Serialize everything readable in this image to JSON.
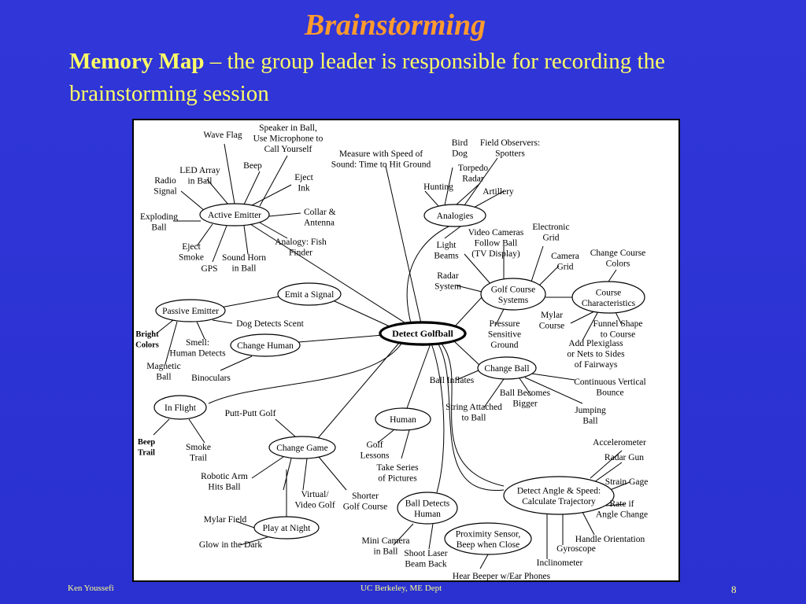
{
  "slide": {
    "title": "Brainstorming",
    "subtitle_bold": "Memory Map",
    "subtitle_rest": " – the group leader is responsible for recording the brainstorming session",
    "footer_left": "Ken Youssefi",
    "footer_center": "UC Berkeley, ME Dept",
    "page_number": "8"
  },
  "memory_map": {
    "center": "Detect Golfball",
    "nodes": {
      "active_emitter": "Active Emitter",
      "emit_signal": "Emit a Signal",
      "passive_emitter": "Passive Emitter",
      "change_human": "Change Human",
      "in_flight": "In Flight",
      "change_game": "Change Game",
      "play_at_night": "Play at Night",
      "human": "Human",
      "ball_detects_human": [
        "Ball Detects",
        "Human"
      ],
      "proximity_sensor": [
        "Proximity Sensor,",
        "Beep when Close"
      ],
      "detect_angle": [
        "Detect Angle & Speed:",
        "Calculate Trajectory"
      ],
      "change_ball": "Change Ball",
      "golf_course_systems": [
        "Golf Course",
        "Systems"
      ],
      "course_characteristics": [
        "Course",
        "Characteristics"
      ],
      "analogies": "Analogies"
    },
    "leaves": {
      "wave_flag": [
        "Wave Flag"
      ],
      "speaker_in_ball": [
        "Speaker in Ball,",
        "Use Microphone to",
        "Call Yourself"
      ],
      "led_array": [
        "LED Array",
        "in Ball"
      ],
      "beep": [
        "Beep"
      ],
      "eject_ink": [
        "Eject",
        "Ink"
      ],
      "radio_signal": [
        "Radio",
        "Signal"
      ],
      "collar_antenna": [
        "Collar &",
        "Antenna"
      ],
      "exploding_ball": [
        "Exploding",
        "Ball"
      ],
      "eject_smoke": [
        "Eject",
        "Smoke"
      ],
      "gps": [
        "GPS"
      ],
      "sound_horn": [
        "Sound Horn",
        "in Ball"
      ],
      "analogy_fish": [
        "Analogy: Fish",
        "Finder"
      ],
      "measure_speed": [
        "Measure with Speed of",
        "Sound: Time to Hit Ground"
      ],
      "bright_colors": [
        "Bright",
        "Colors"
      ],
      "dog_detects": [
        "Dog Detects Scent"
      ],
      "smell": [
        "Smell:",
        "Human Detects"
      ],
      "magnetic_ball": [
        "Magnetic",
        "Ball"
      ],
      "binoculars": [
        "Binoculars"
      ],
      "beep_trail": [
        "Beep",
        "Trail"
      ],
      "smoke_trail": [
        "Smoke",
        "Trail"
      ],
      "putt_putt": [
        "Putt-Putt Golf"
      ],
      "robotic_arm": [
        "Robotic Arm",
        "Hits Ball"
      ],
      "virtual_golf": [
        "Virtual/",
        "Video Golf"
      ],
      "shorter_course": [
        "Shorter",
        "Golf Course"
      ],
      "mylar_field": [
        "Mylar Field"
      ],
      "glow_dark": [
        "Glow in the Dark"
      ],
      "golf_lessons": [
        "Golf",
        "Lessons"
      ],
      "take_pictures": [
        "Take Series",
        "of Pictures"
      ],
      "mini_camera": [
        "Mini Camera",
        "in Ball"
      ],
      "shoot_laser": [
        "Shoot Laser",
        "Beam Back"
      ],
      "hear_beeper": [
        "Hear Beeper w/Ear Phones"
      ],
      "bird_dog": [
        "Bird",
        "Dog"
      ],
      "field_observers": [
        "Field Observers:",
        "Spotters"
      ],
      "torpedo_radar": [
        "Torpedo",
        "Radar"
      ],
      "hunting": [
        "Hunting"
      ],
      "artillery": [
        "Artillery"
      ],
      "light_beams": [
        "Light",
        "Beams"
      ],
      "video_cameras": [
        "Video Cameras",
        "Follow Ball",
        "(TV Display)"
      ],
      "electronic_grid": [
        "Electronic",
        "Grid"
      ],
      "camera_grid": [
        "Camera",
        "Grid"
      ],
      "radar_system": [
        "Radar",
        "System"
      ],
      "change_course_colors": [
        "Change Course",
        "Colors"
      ],
      "mylar_course": [
        "Mylar",
        "Course"
      ],
      "funnel_shape": [
        "Funnel Shape",
        "to Course"
      ],
      "pressure_sensitive": [
        "Pressure",
        "Sensitive",
        "Ground"
      ],
      "add_plexiglass": [
        "Add Plexiglass",
        "or Nets to Sides",
        "of Fairways"
      ],
      "ball_inflates": [
        "Ball Inflates"
      ],
      "continuous_vertical": [
        "Continuous Vertical",
        "Bounce"
      ],
      "ball_bigger": [
        "Ball Becomes",
        "Bigger"
      ],
      "string_attached": [
        "String Attached",
        "to Ball"
      ],
      "jumping_ball": [
        "Jumping",
        "Ball"
      ],
      "accelerometer": [
        "Accelerometer"
      ],
      "radar_gun": [
        "Radar Gun"
      ],
      "strain_gage": [
        "Strain Gage"
      ],
      "rate_if": [
        "Rate if",
        "Angle Change"
      ],
      "handle_orientation": [
        "Handle Orientation"
      ],
      "gyroscope": [
        "Gyroscope"
      ],
      "inclinometer": [
        "Inclinometer"
      ]
    }
  }
}
